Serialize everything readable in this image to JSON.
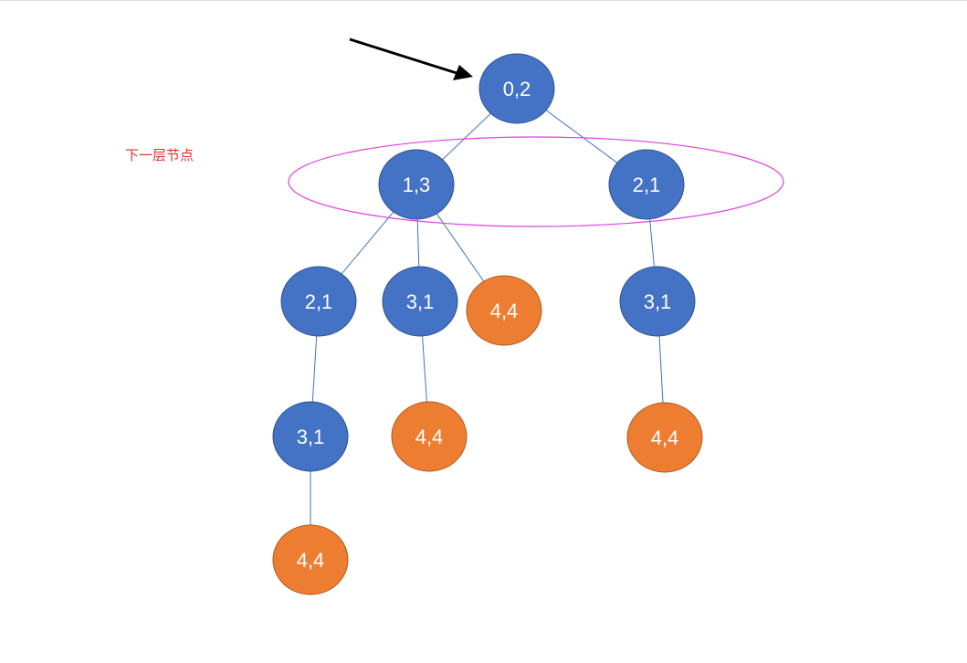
{
  "annotation": {
    "text": "下一层节点",
    "color": "#e03030",
    "ellipse_color": "#e040e0"
  },
  "colors": {
    "blue_node": "#4472c4",
    "blue_stroke": "#2f528f",
    "orange_node": "#ed7d31",
    "orange_stroke": "#ae5a21",
    "edge": "#4472c4",
    "arrow": "#000000"
  },
  "nodes": [
    {
      "id": "n0",
      "label": "0,2",
      "kind": "blue"
    },
    {
      "id": "n1",
      "label": "1,3",
      "kind": "blue"
    },
    {
      "id": "n2",
      "label": "2,1",
      "kind": "blue"
    },
    {
      "id": "n3",
      "label": "2,1",
      "kind": "blue"
    },
    {
      "id": "n4",
      "label": "3,1",
      "kind": "blue"
    },
    {
      "id": "n5",
      "label": "4,4",
      "kind": "orange"
    },
    {
      "id": "n6",
      "label": "3,1",
      "kind": "blue"
    },
    {
      "id": "n7",
      "label": "3,1",
      "kind": "blue"
    },
    {
      "id": "n8",
      "label": "4,4",
      "kind": "orange"
    },
    {
      "id": "n9",
      "label": "4,4",
      "kind": "orange"
    },
    {
      "id": "n10",
      "label": "4,4",
      "kind": "orange"
    }
  ],
  "edges": [
    [
      "n0",
      "n1"
    ],
    [
      "n0",
      "n2"
    ],
    [
      "n1",
      "n3"
    ],
    [
      "n1",
      "n4"
    ],
    [
      "n1",
      "n5"
    ],
    [
      "n2",
      "n6"
    ],
    [
      "n3",
      "n7"
    ],
    [
      "n4",
      "n8"
    ],
    [
      "n6",
      "n9"
    ],
    [
      "n7",
      "n10"
    ]
  ]
}
